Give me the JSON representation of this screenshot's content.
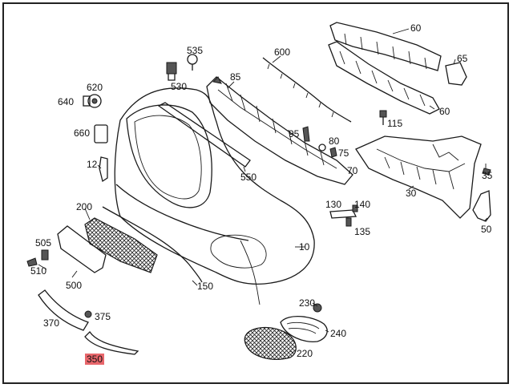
{
  "diagram": {
    "callouts": {
      "c10": "10",
      "c12": "12",
      "c30": "30",
      "c35": "35",
      "c50": "50",
      "c60a": "60",
      "c60b": "60",
      "c65": "65",
      "c70": "70",
      "c75": "75",
      "c80": "80",
      "c85": "85",
      "c95": "95",
      "c115": "115",
      "c130": "130",
      "c135": "135",
      "c140": "140",
      "c150": "150",
      "c200": "200",
      "c220": "220",
      "c230": "230",
      "c240": "240",
      "c350": "350",
      "c370": "370",
      "c375": "375",
      "c500": "500",
      "c505": "505",
      "c510": "510",
      "c530": "530",
      "c535": "535",
      "c550": "550",
      "c600": "600",
      "c620": "620",
      "c640": "640",
      "c660": "660"
    },
    "highlight_color": "#e8666b"
  }
}
